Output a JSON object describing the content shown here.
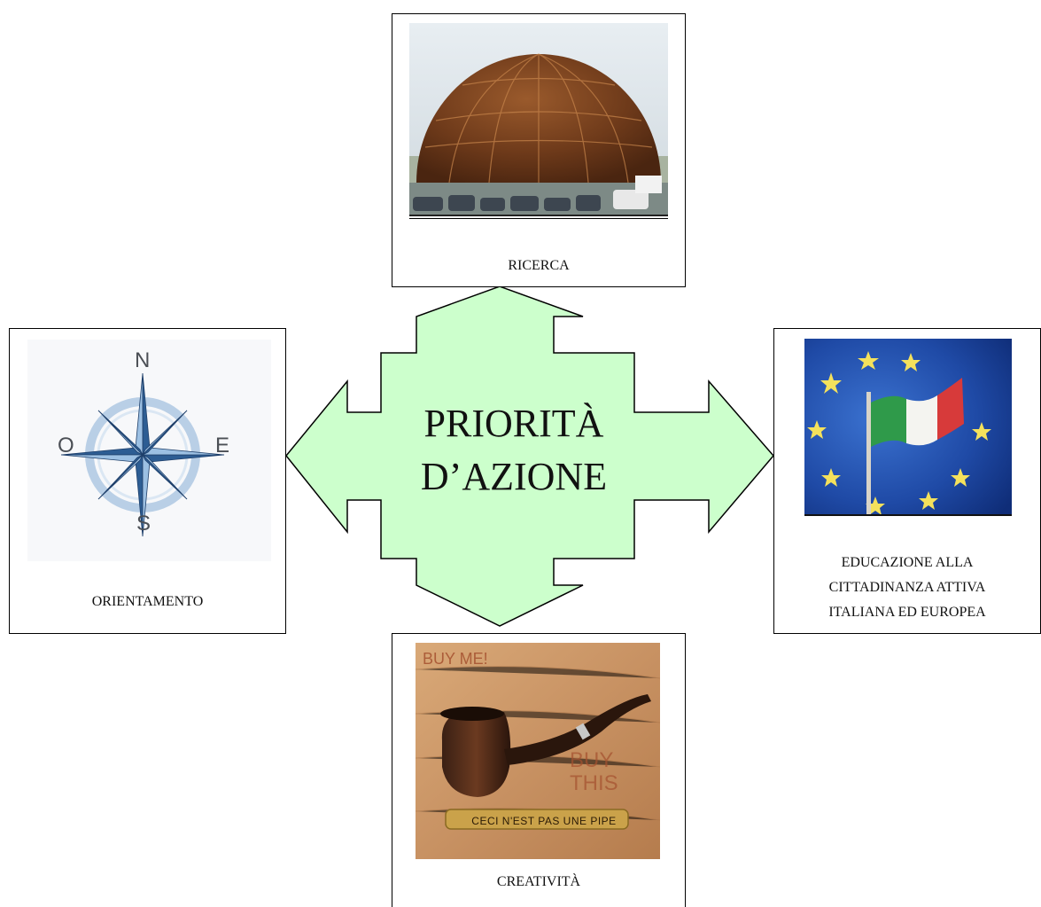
{
  "center": {
    "line1": "PRIORITÀ",
    "line2": "D’AZIONE",
    "fill_color": "#ccffcc"
  },
  "boxes": {
    "top": {
      "caption": "RICERCA",
      "image_icon": "globe-dome-photo"
    },
    "left": {
      "caption": "ORIENTAMENTO",
      "image_icon": "compass-rose",
      "compass": {
        "n": "N",
        "s": "S",
        "e": "E",
        "w": "O"
      }
    },
    "right": {
      "caption_lines": [
        "EDUCAZIONE ALLA",
        "CITTADINANZA ATTIVA",
        "ITALIANA ED EUROPEA"
      ],
      "image_icon": "eu-italian-flag-photo"
    },
    "bottom": {
      "caption": "CREATIVITÀ",
      "image_icon": "pipe-painting",
      "painting_texts": {
        "buy_me": "BUY ME!",
        "buy_this": "BUY THIS",
        "plaque": "CECI N'EST PAS UNE PIPE"
      }
    }
  }
}
